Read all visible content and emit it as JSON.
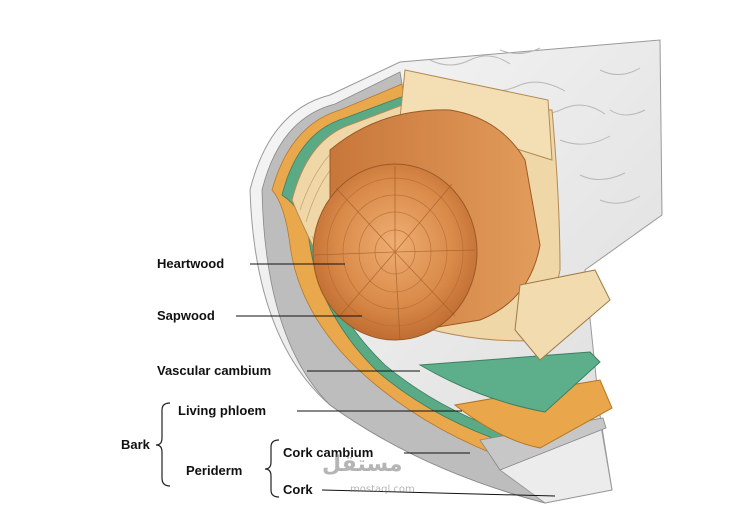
{
  "labels": {
    "heartwood": "Heartwood",
    "sapwood": "Sapwood",
    "vascular_cambium": "Vascular cambium",
    "living_phloem": "Living phloem",
    "cork_cambium": "Cork cambium",
    "periderm": "Periderm",
    "cork": "Cork",
    "bark": "Bark"
  },
  "watermark": {
    "arabic": "مستقل",
    "latin": "mostaql.com"
  },
  "colors": {
    "heartwood": "#d9894a",
    "sapwood": "#f0d9ad",
    "vascular_cambium": "#5aaa86",
    "living_phloem": "#e8a64a",
    "cork_cambium": "#b9b9b9",
    "cork": "#e9e9e9"
  }
}
